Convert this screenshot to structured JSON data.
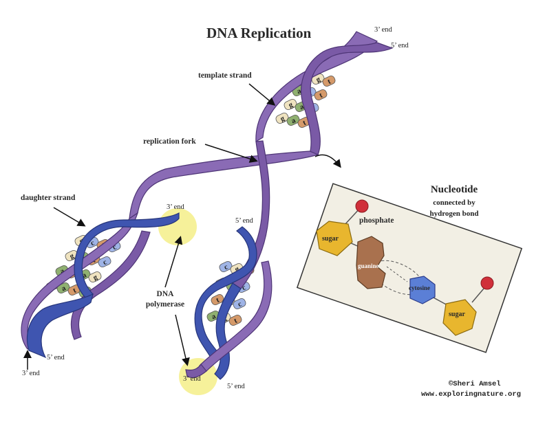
{
  "title": "DNA Replication",
  "labels": {
    "template_strand": "template strand",
    "replication_fork": "replication fork",
    "daughter_strand": "daughter strand",
    "dna_polymerase_line1": "DNA",
    "dna_polymerase_line2": "polymerase"
  },
  "ends": {
    "top_3": "3’ end",
    "top_5": "5’ end",
    "mid_3": "3’ end",
    "mid_5": "5’ end",
    "left_5": "5’ end",
    "left_3": "3’ end",
    "bottom_3": "3’ end",
    "bottom_5": "5’ end"
  },
  "nucleotide": {
    "title": "Nucleotide",
    "subtitle_line1": "connected by",
    "subtitle_line2": "hydrogen bond",
    "phosphate": "phosphate",
    "sugar_1": "sugar",
    "guanine": "guanine",
    "cytosine": "cytosine",
    "sugar_2": "sugar"
  },
  "bases": {
    "upper_helix": [
      "c",
      "g",
      "t",
      "a",
      "c",
      "t",
      "g",
      "a",
      "c",
      "g",
      "a",
      "t"
    ],
    "left_helix": [
      "g",
      "c",
      "t",
      "c",
      "g",
      "a",
      "t",
      "c",
      "a",
      "t",
      "a",
      "g",
      "t",
      "a",
      "t",
      "a"
    ],
    "right_helix": [
      "c",
      "g",
      "t",
      "g",
      "a",
      "c",
      "t",
      "g",
      "c",
      "a",
      "g",
      "t"
    ]
  },
  "credit": {
    "line1": "©Sheri Amsel",
    "line2": "www.exploringnature.org"
  },
  "colors": {
    "template_purple": "#7f5fa8",
    "template_purple_dark": "#5b3f86",
    "daughter_blue": "#3f55b0",
    "daughter_blue_dark": "#2b3b8a",
    "highlight_yellow": "#f6f19a",
    "sugar_yellow": "#e8b62e",
    "guanine_brown": "#a9714e",
    "cytosine_blue": "#5b7fd6",
    "phosphate_red": "#d0303a",
    "base_green": "#8fb070",
    "base_orange": "#d59a6a",
    "base_cream": "#efe3c0",
    "base_blue": "#9fb4e6"
  }
}
